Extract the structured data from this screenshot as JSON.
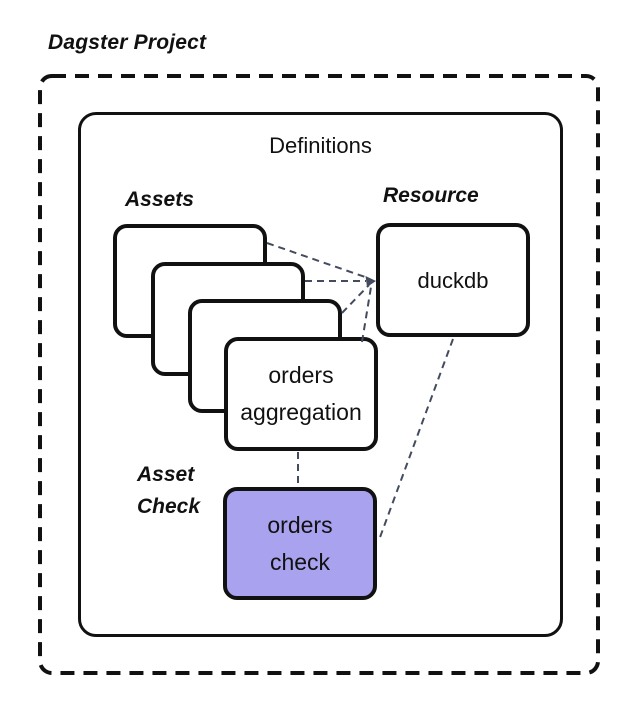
{
  "title": "Dagster Project",
  "container": {
    "label": "Definitions"
  },
  "groups": {
    "assets": {
      "label": "Assets"
    },
    "resource": {
      "label": "Resource"
    },
    "asset_check": {
      "label_line1": "Asset",
      "label_line2": "Check"
    }
  },
  "nodes": {
    "orders_aggregation": {
      "line1": "orders",
      "line2": "aggregation"
    },
    "duckdb": {
      "label": "duckdb"
    },
    "orders_check": {
      "line1": "orders",
      "line2": "check"
    }
  },
  "connections": {
    "asset_cards_to_duckdb": 4,
    "orders_aggregation_to_orders_check": 1,
    "duckdb_to_orders_check": 1
  },
  "colors": {
    "asset_check_fill": "#A9A2EF",
    "connector": "#434C5E",
    "border": "#111111",
    "canvas": "#FFFFFF"
  }
}
